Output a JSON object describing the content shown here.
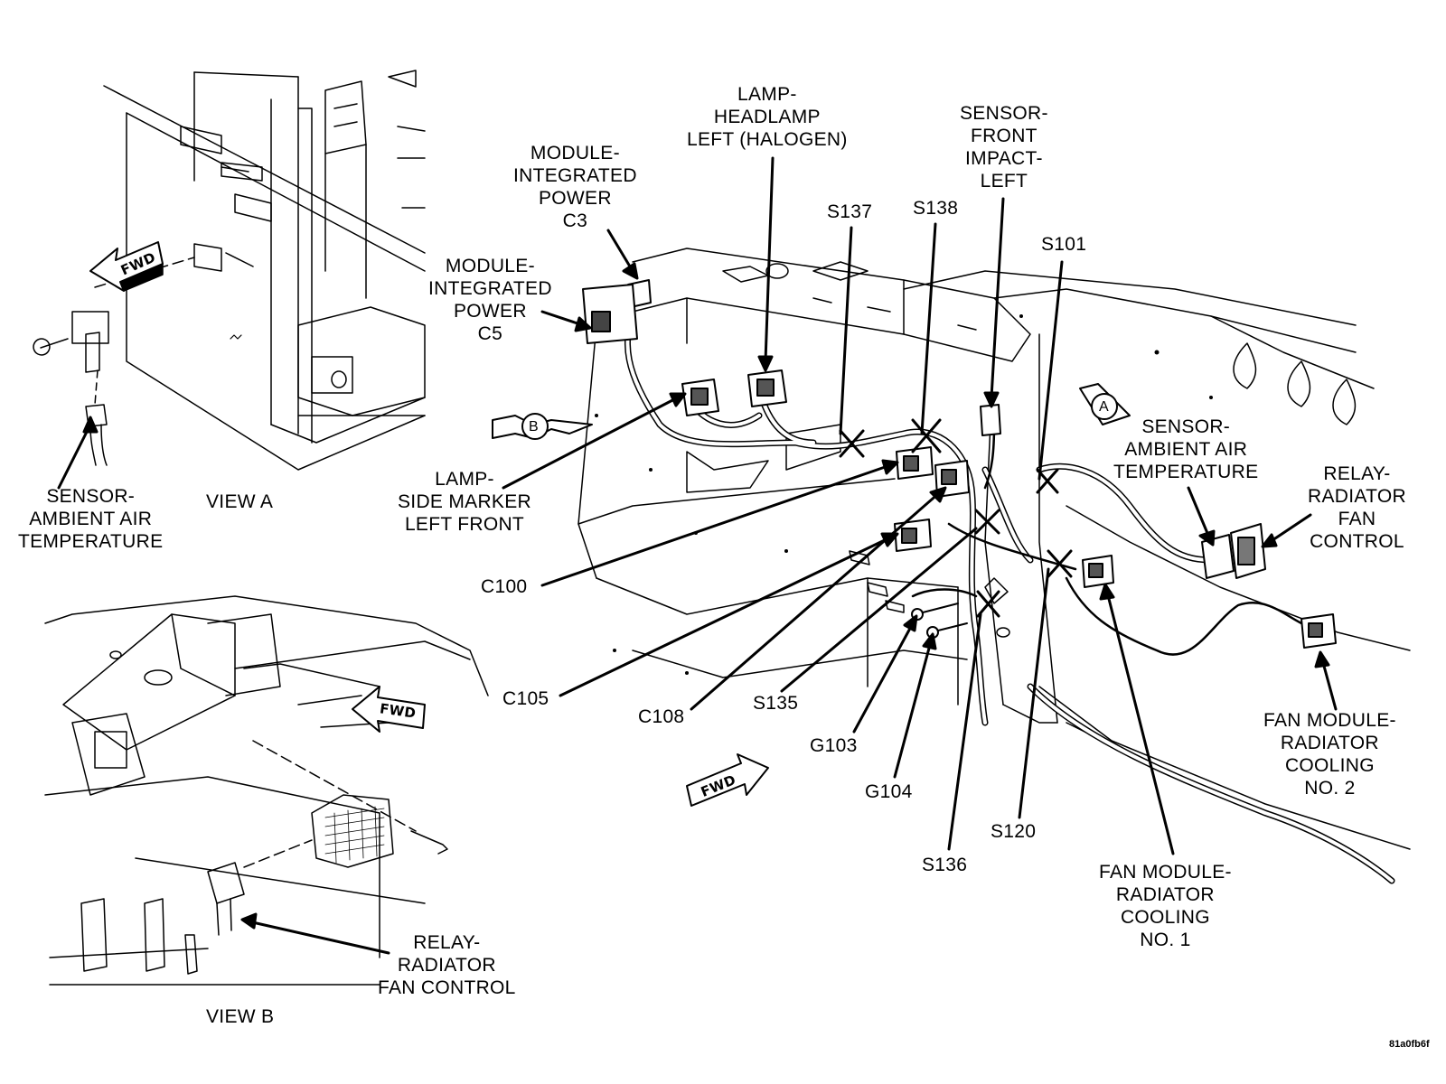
{
  "callouts": {
    "module_c3": [
      "MODULE-",
      "INTEGRATED",
      "POWER",
      "C3"
    ],
    "module_c5": [
      "MODULE-",
      "INTEGRATED",
      "POWER",
      "C5"
    ],
    "lamp_headlamp": [
      "LAMP-",
      "HEADLAMP",
      "LEFT (HALOGEN)"
    ],
    "sensor_impact": [
      "SENSOR-",
      "FRONT",
      "IMPACT-",
      "LEFT"
    ],
    "lamp_side_marker": [
      "LAMP-",
      "SIDE MARKER",
      "LEFT FRONT"
    ],
    "sensor_ambient_main": [
      "SENSOR-",
      "AMBIENT AIR",
      "TEMPERATURE"
    ],
    "relay_main": [
      "RELAY-",
      "RADIATOR",
      "FAN",
      "CONTROL"
    ],
    "fan_module_2": [
      "FAN MODULE-",
      "RADIATOR",
      "COOLING",
      "NO. 2"
    ],
    "fan_module_1": [
      "FAN MODULE-",
      "RADIATOR",
      "COOLING",
      "NO. 1"
    ],
    "sensor_ambient_view_a": [
      "SENSOR-",
      "AMBIENT AIR",
      "TEMPERATURE"
    ],
    "relay_view_b": [
      "RELAY-",
      "RADIATOR",
      "FAN CONTROL"
    ],
    "s137": "S137",
    "s138": "S138",
    "s101": "S101",
    "c100": "C100",
    "c105": "C105",
    "c108": "C108",
    "s135": "S135",
    "g103": "G103",
    "g104": "G104",
    "s136": "S136",
    "s120": "S120"
  },
  "views": {
    "view_a": "VIEW A",
    "view_b": "VIEW B",
    "marker_a": "A",
    "marker_b": "B"
  },
  "fwd_label": "FWD",
  "figure_code": "81a0fb6f"
}
